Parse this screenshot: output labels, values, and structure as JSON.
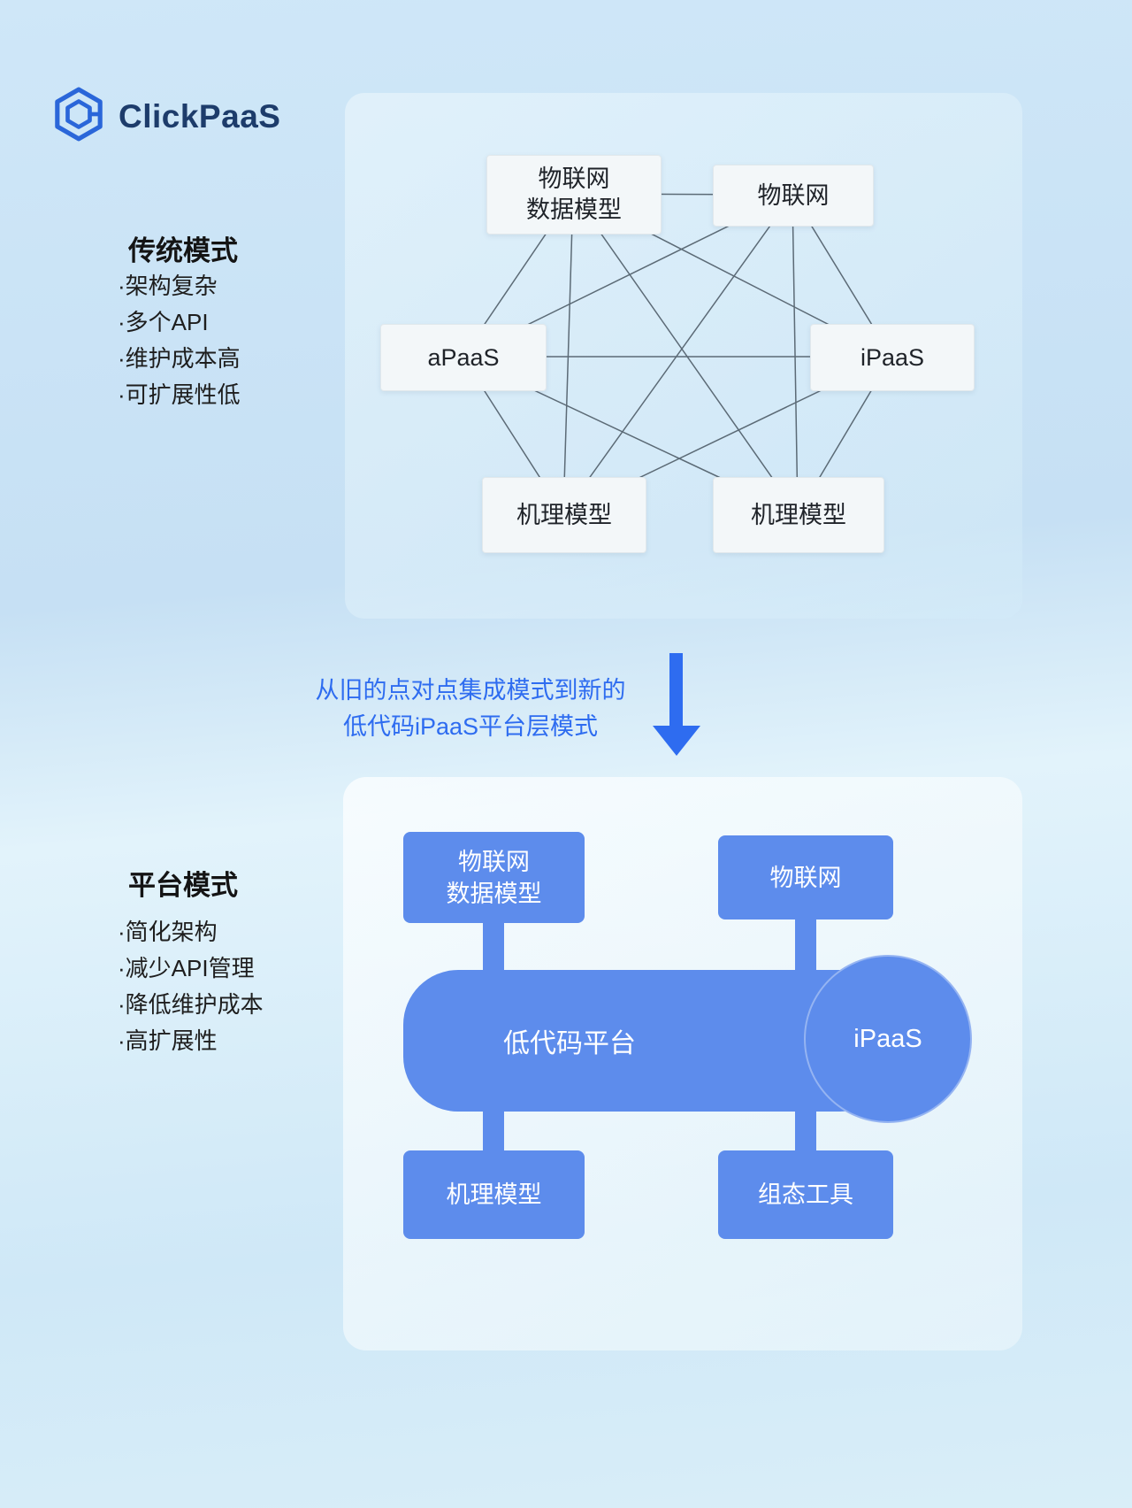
{
  "brand": {
    "name": "ClickPaaS"
  },
  "traditional": {
    "title": "传统模式",
    "bullets": [
      "·架构复杂",
      "·多个API",
      "·维护成本高",
      "·可扩展性低"
    ],
    "nodes": {
      "iot_data_model": "物联网\n数据模型",
      "iot": "物联网",
      "apaas": "aPaaS",
      "ipaas": "iPaaS",
      "mech_left": "机理模型",
      "mech_right": "机理模型"
    }
  },
  "transition": {
    "line1": "从旧的点对点集成模式到新的",
    "line2": "低代码iPaaS平台层模式"
  },
  "platform": {
    "title": "平台模式",
    "bullets": [
      "·简化架构",
      "·减少API管理",
      "·降低维护成本",
      "·高扩展性"
    ],
    "nodes": {
      "iot_data_model": "物联网\n数据模型",
      "iot": "物联网",
      "low_code": "低代码平台",
      "ipaas": "iPaaS",
      "mech": "机理模型",
      "config_tool": "组态工具"
    }
  },
  "colors": {
    "accent_blue": "#5d8cec",
    "arrow_blue": "#2e6cf0",
    "mesh_line": "#4f5d68"
  }
}
